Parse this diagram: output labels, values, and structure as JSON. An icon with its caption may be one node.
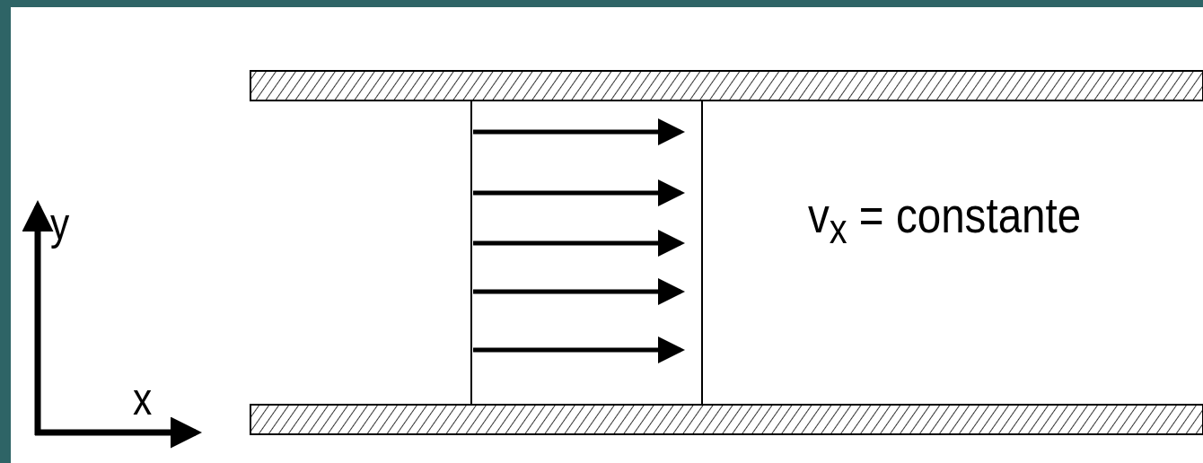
{
  "diagram": {
    "labels": [
      "y",
      "x",
      "v$_{x}$ = constante"
    ]
  }
}
